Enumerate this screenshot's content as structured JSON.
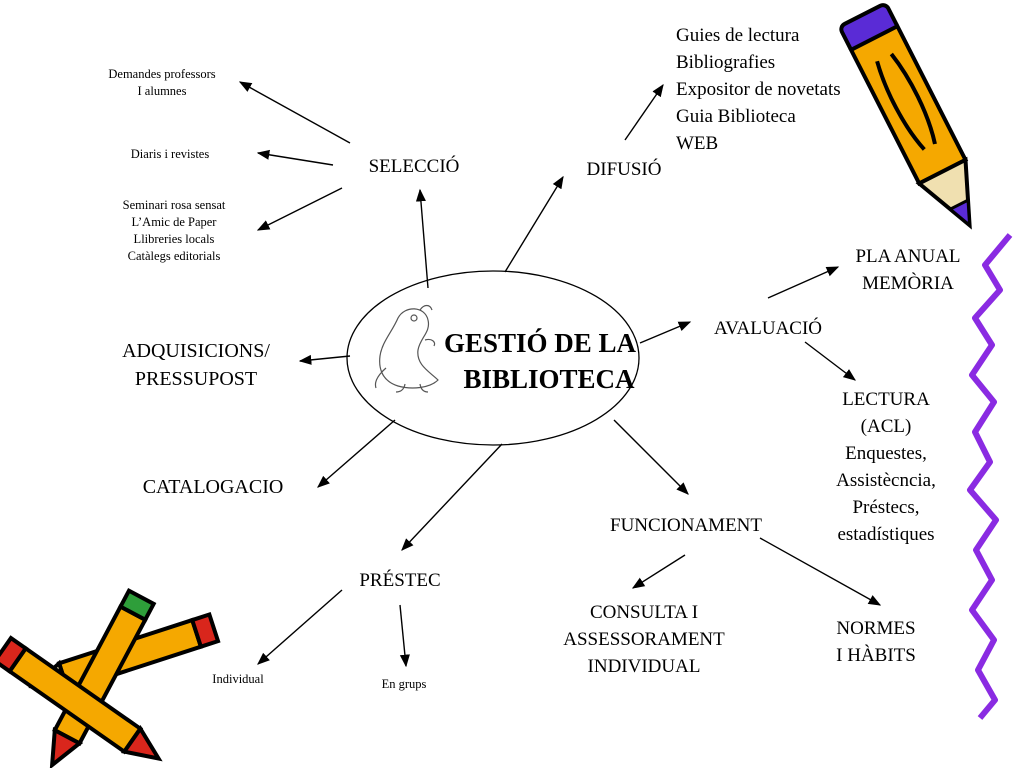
{
  "center": {
    "title_line1": "GESTIÓ DE LA",
    "title_line2": "BIBLIOTECA"
  },
  "branches": {
    "seleccio": {
      "label": "SELECCIÓ",
      "children": [
        "Demandes professors\nI alumnes",
        "Diaris i revistes",
        "Seminari rosa sensat\nL’Amic de Paper\nLlibreries locals\nCatàlegs editorials"
      ]
    },
    "difusio": {
      "label": "DIFUSIÓ",
      "children": [
        "Guies de lectura\nBibliografies\nExpositor de novetats\nGuia Biblioteca\nWEB"
      ]
    },
    "avaluacio": {
      "label": "AVALUACIÓ",
      "children": [
        "PLA ANUAL\nMEMÒRIA",
        "LECTURA (ACL)\nEnquestes,\nAssistècncia,\nPréstecs,\nestadístiques"
      ]
    },
    "funcionament": {
      "label": "FUNCIONAMENT",
      "children": [
        "CONSULTA I\nASSESSORAMENT\nINDIVIDUAL",
        "NORMES\nI HÀBITS"
      ]
    },
    "prestec": {
      "label": "PRÉSTEC",
      "children": [
        "Individual",
        "En grups"
      ]
    },
    "catalogacio": {
      "label": "CATALOGACIO"
    },
    "adquisicions": {
      "label": "ADQUISICIONS/\nPRESSUPOST"
    }
  },
  "decorations": {
    "icons": [
      "pencil-icon",
      "crossed-pencils-icon",
      "dinosaur-icon",
      "zigzag-border-icon"
    ],
    "colors": {
      "pencil_body": "#f5a800",
      "pencil_outline": "#000000",
      "pencil_eraser": "#5a2bd6",
      "pencil_red_tip": "#d9261c",
      "pencil_green_tip": "#2e9e3a",
      "zigzag": "#8a2be2"
    }
  }
}
